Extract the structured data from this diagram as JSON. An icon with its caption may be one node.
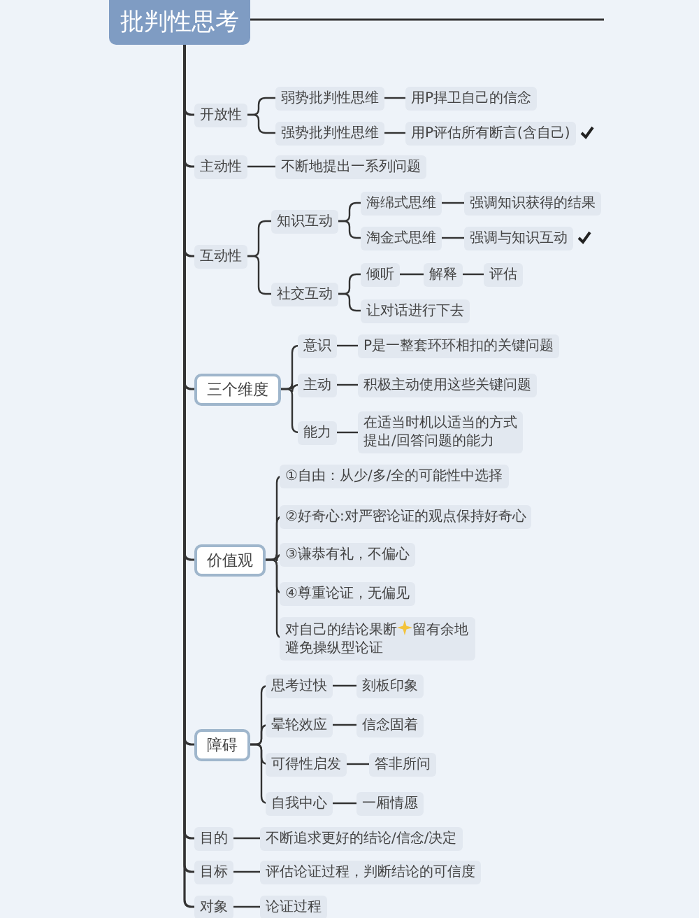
{
  "diagram": {
    "nodes": [
      {
        "text": [
          "批判性思考"
        ]
      },
      {
        "text": [
          "开放性"
        ]
      },
      {
        "text": [
          "弱势批判性思维"
        ]
      },
      {
        "text": [
          "用P捍卫自己的信念"
        ]
      },
      {
        "text": [
          "强势批判性思维"
        ]
      },
      {
        "text": [
          "用P评估所有断言(含自己)"
        ]
      },
      {
        "text": [
          "主动性"
        ]
      },
      {
        "text": [
          "不断地提出一系列问题"
        ]
      },
      {
        "text": [
          "互动性"
        ]
      },
      {
        "text": [
          "知识互动"
        ]
      },
      {
        "text": [
          "海绵式思维"
        ]
      },
      {
        "text": [
          "强调知识获得的结果"
        ]
      },
      {
        "text": [
          "淘金式思维"
        ]
      },
      {
        "text": [
          "强调与知识互动"
        ]
      },
      {
        "text": [
          "社交互动"
        ]
      },
      {
        "text": [
          "倾听"
        ]
      },
      {
        "text": [
          "解释"
        ]
      },
      {
        "text": [
          "评估"
        ]
      },
      {
        "text": [
          "让对话进行下去"
        ]
      },
      {
        "text": [
          "三个维度"
        ]
      },
      {
        "text": [
          "意识"
        ]
      },
      {
        "text": [
          "P是一整套环环相扣的关键问题"
        ]
      },
      {
        "text": [
          "主动"
        ]
      },
      {
        "text": [
          "积极主动使用这些关键问题"
        ]
      },
      {
        "text": [
          "能力"
        ]
      },
      {
        "text": [
          "在适当时机以适当的方式提出/回答问题的能力"
        ]
      },
      {
        "text": [
          "价值观"
        ]
      },
      {
        "text": [
          "①自由：从少/多/全的可能性中选择"
        ]
      },
      {
        "text": [
          "②好奇心:对严密论证的观点保持好奇心"
        ]
      },
      {
        "text": [
          "③谦恭有礼，不偏心"
        ]
      },
      {
        "text": [
          "④尊重论证，无偏见"
        ]
      },
      {
        "text": [
          "对自己的结论果断",
          "留有余地避免操纵型论证"
        ]
      },
      {
        "text": [
          "障碍"
        ]
      },
      {
        "text": [
          "思考过快"
        ]
      },
      {
        "text": [
          "刻板印象"
        ]
      },
      {
        "text": [
          "晕轮效应"
        ]
      },
      {
        "text": [
          "信念固着"
        ]
      },
      {
        "text": [
          "可得性启发"
        ]
      },
      {
        "text": [
          "答非所问"
        ]
      },
      {
        "text": [
          "自我中心"
        ]
      },
      {
        "text": [
          "一厢情愿"
        ]
      },
      {
        "text": [
          "目的"
        ]
      },
      {
        "text": [
          "不断追求更好的结论/信念/决定"
        ]
      },
      {
        "text": [
          "目标"
        ]
      },
      {
        "text": [
          "评估论证过程，判断结论的可信度"
        ]
      },
      {
        "text": [
          "对象"
        ]
      },
      {
        "text": [
          "论证过程"
        ]
      }
    ],
    "edges": [
      {
        "from": 0,
        "to": null,
        "arrow": "none"
      },
      {
        "from": 0,
        "to": 1,
        "arrow": "none"
      },
      {
        "from": 1,
        "to": 2,
        "arrow": "none"
      },
      {
        "from": 2,
        "to": 3,
        "arrow": "none"
      },
      {
        "from": 1,
        "to": 4,
        "arrow": "none"
      },
      {
        "from": 4,
        "to": 5,
        "arrow": "none"
      },
      {
        "from": 0,
        "to": 6,
        "arrow": "none"
      },
      {
        "from": 6,
        "to": 7,
        "arrow": "none"
      },
      {
        "from": 0,
        "to": 8,
        "arrow": "none"
      },
      {
        "from": 8,
        "to": 9,
        "arrow": "none"
      },
      {
        "from": 9,
        "to": 10,
        "arrow": "none"
      },
      {
        "from": 10,
        "to": 11,
        "arrow": "none"
      },
      {
        "from": 9,
        "to": 12,
        "arrow": "none"
      },
      {
        "from": 12,
        "to": 13,
        "arrow": "none"
      },
      {
        "from": 8,
        "to": 14,
        "arrow": "none"
      },
      {
        "from": 14,
        "to": 15,
        "arrow": "none"
      },
      {
        "from": 15,
        "to": 16,
        "arrow": "none"
      },
      {
        "from": 16,
        "to": 17,
        "arrow": "none"
      },
      {
        "from": 14,
        "to": 18,
        "arrow": "none"
      },
      {
        "from": 0,
        "to": 19,
        "arrow": "none"
      },
      {
        "from": 19,
        "to": 20,
        "arrow": "none"
      },
      {
        "from": 20,
        "to": 21,
        "arrow": "none"
      },
      {
        "from": 19,
        "to": 22,
        "arrow": "none"
      },
      {
        "from": 22,
        "to": 23,
        "arrow": "none"
      },
      {
        "from": 19,
        "to": 24,
        "arrow": "none"
      },
      {
        "from": 24,
        "to": 25,
        "arrow": "none"
      },
      {
        "from": 0,
        "to": 26,
        "arrow": "none"
      },
      {
        "from": 26,
        "to": 27,
        "arrow": "none"
      },
      {
        "from": 26,
        "to": 28,
        "arrow": "none"
      },
      {
        "from": 26,
        "to": 29,
        "arrow": "none"
      },
      {
        "from": 26,
        "to": 30,
        "arrow": "none"
      },
      {
        "from": 26,
        "to": 31,
        "arrow": "none"
      },
      {
        "from": 0,
        "to": 32,
        "arrow": "none"
      },
      {
        "from": 32,
        "to": 33,
        "arrow": "none"
      },
      {
        "from": 33,
        "to": 34,
        "arrow": "none"
      },
      {
        "from": 32,
        "to": 35,
        "arrow": "none"
      },
      {
        "from": 35,
        "to": 36,
        "arrow": "none"
      },
      {
        "from": 32,
        "to": 37,
        "arrow": "none"
      },
      {
        "from": 37,
        "to": 38,
        "arrow": "none"
      },
      {
        "from": 32,
        "to": 39,
        "arrow": "none"
      },
      {
        "from": 39,
        "to": 40,
        "arrow": "none"
      },
      {
        "from": 0,
        "to": 41,
        "arrow": "none"
      },
      {
        "from": 41,
        "to": 42,
        "arrow": "none"
      },
      {
        "from": 0,
        "to": 43,
        "arrow": "none"
      },
      {
        "from": 43,
        "to": 44,
        "arrow": "none"
      },
      {
        "from": 0,
        "to": 45,
        "arrow": "none"
      },
      {
        "from": 45,
        "to": 46,
        "arrow": "none"
      }
    ]
  }
}
